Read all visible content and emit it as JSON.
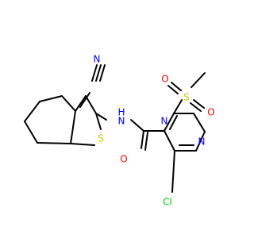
{
  "colors": {
    "carbon": "#000000",
    "nitrogen": "#0000FF",
    "oxygen": "#FF0000",
    "sulfur": "#CCCC00",
    "chlorine": "#00CC00",
    "background": "#FFFFFF"
  },
  "atom_labels": {
    "nitrile_n": "N",
    "amide_nh": "H",
    "amide_n": "N",
    "thiophene_s": "S",
    "amide_o": "O",
    "pyrimidine_n1": "N",
    "pyrimidine_n3": "N",
    "sulfonyl_s": "S",
    "sulfonyl_o_top": "O",
    "sulfonyl_o_right": "O",
    "chloro": "Cl"
  }
}
